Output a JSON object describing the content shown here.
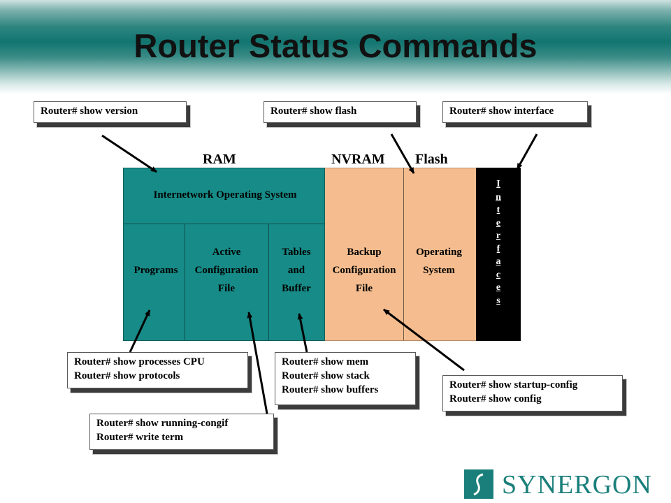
{
  "title": "Router Status Commands",
  "memory_labels": {
    "ram": "RAM",
    "nvram": "NVRAM",
    "flash": "Flash"
  },
  "ram": {
    "ios": "Internetwork Operating System",
    "programs": "Programs",
    "active_config": [
      "Active",
      "Configuration",
      "File"
    ],
    "tables": [
      "Tables",
      "and",
      "Buffer"
    ]
  },
  "nvram": {
    "backup_config": [
      "Backup",
      "Configuration",
      "File"
    ]
  },
  "flash": {
    "os": [
      "Operating",
      "System"
    ]
  },
  "interfaces_letters": [
    "I",
    "n",
    "t",
    "e",
    "r",
    "f",
    "a",
    "c",
    "e",
    "s"
  ],
  "commands": {
    "show_version": [
      "Router# show version"
    ],
    "show_flash": [
      "Router# show flash"
    ],
    "show_interface": [
      "Router# show interface"
    ],
    "processes": [
      "Router# show processes CPU",
      "Router# show protocols"
    ],
    "running": [
      "Router# show running-congif",
      "Router# write term"
    ],
    "mem": [
      "Router# show mem",
      "Router# show stack",
      "Router# show buffers"
    ],
    "startup": [
      "Router# show startup-config",
      "Router# show config"
    ]
  },
  "logo": {
    "text": "SYNERGON"
  },
  "colors": {
    "ram_block": "#178b87",
    "nvram_flash_block": "#f5bd8f",
    "interfaces_block": "#000000",
    "brand": "#1a7f7a"
  }
}
